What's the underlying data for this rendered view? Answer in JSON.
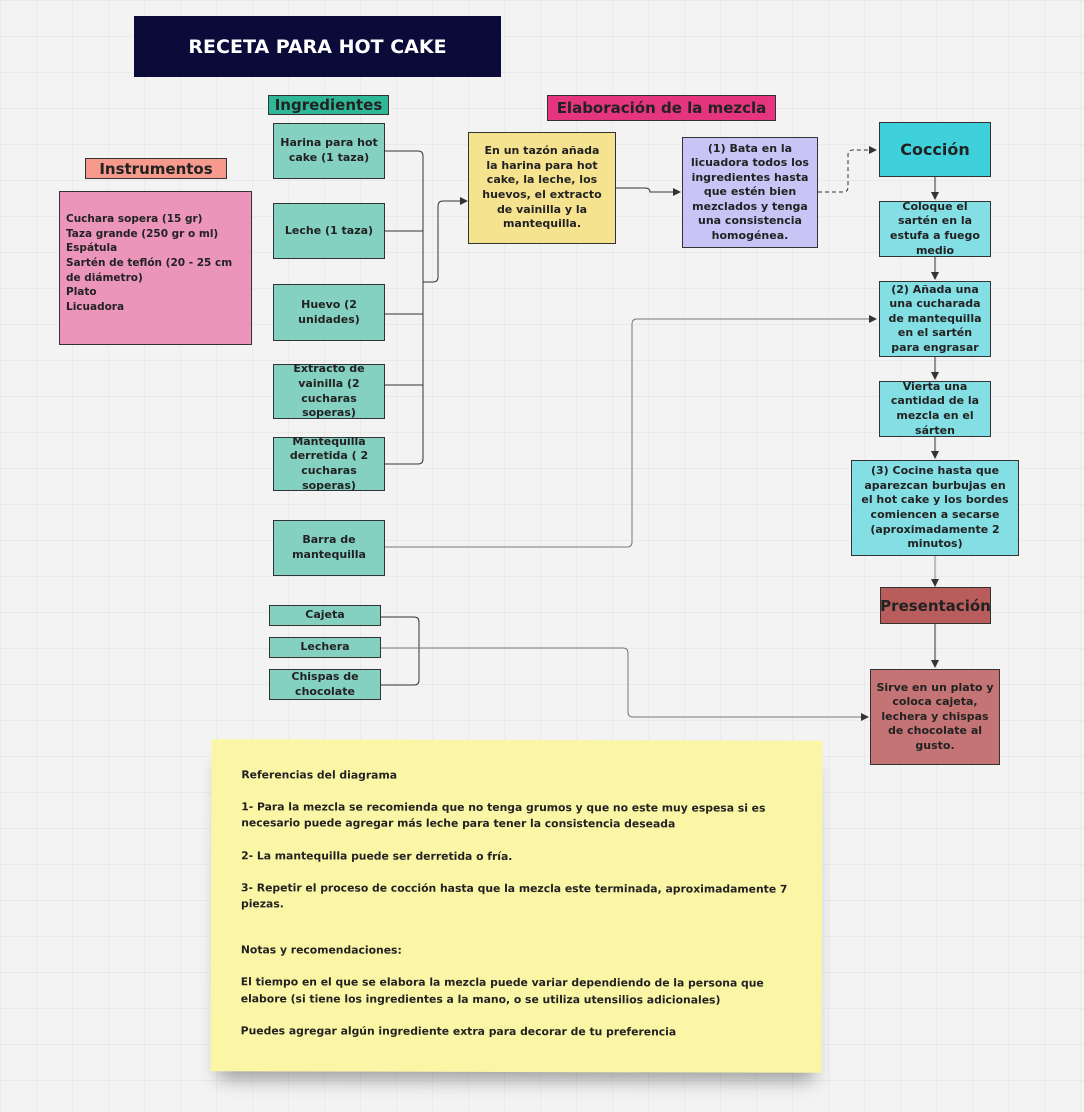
{
  "title": "RECETA PARA HOT CAKE",
  "headers": {
    "ingredientes": "Ingredientes",
    "instrumentos": "Instrumentos",
    "elaboracion": "Elaboración de la mezcla",
    "coccion": "Cocción",
    "presentacion": "Presentación"
  },
  "colors": {
    "title_bg": "#0b0b3a",
    "ingredientes": "#2fb898",
    "instrumentos": "#f59a8c",
    "elaboracion": "#e6357f",
    "coccion": "#3fd1db",
    "presentacion": "#b85c5c"
  },
  "instrumentos_list": [
    "Cuchara sopera (15 gr)",
    "Taza grande (250 gr o ml)",
    "Espátula",
    "Sartén de teflón (20 - 25 cm de diámetro)",
    "Plato",
    "Licuadora"
  ],
  "ingredientes": [
    "Harina para hot cake (1 taza)",
    "Leche (1 taza)",
    "Huevo (2 unidades)",
    "Extracto de vainilla (2 cucharas soperas)",
    "Mantequilla derretida ( 2 cucharas soperas)"
  ],
  "barra": "Barra de mantequilla",
  "toppings": [
    "Cajeta",
    "Lechera",
    "Chispas de chocolate"
  ],
  "elaboracion": [
    "En un tazón añada la harina para hot cake, la leche, los huevos, el extracto de vainilla y la mantequilla.",
    "(1) Bata en la licuadora todos los ingredientes hasta que estén bien mezclados y tenga una consistencia homogénea."
  ],
  "coccion": [
    "Coloque el sartén en la estufa a fuego medio",
    "(2) Añada una una cucharada de mantequilla en el sartén para engrasar",
    "Vierta una cantidad de la mezcla en el sárten",
    "(3) Cocine hasta que aparezcan burbujas en el hot cake y los bordes comiencen a secarse (aproximadamente 2 minutos)"
  ],
  "presentacion": "Sirve en un plato y coloca cajeta, lechera y chispas de chocolate al gusto.",
  "notes": {
    "ref_title": "Referencias del diagrama",
    "ref1": "1-  Para la mezcla se recomienda que no tenga grumos y que no este muy espesa  si es necesario puede agregar más leche para tener la consistencia deseada",
    "ref2": "2- La mantequilla puede ser derretida o fría.",
    "ref3": "3- Repetir el proceso de cocción hasta que la mezcla este terminada, aproximadamente 7 piezas.",
    "notas_title": "Notas y recomendaciones:",
    "nota1": "El tiempo en el que se elabora la mezcla puede variar dependiendo de la persona que elabore (si tiene los ingredientes a la mano, o se utiliza utensilios adicionales)",
    "nota2": "Puedes agregar algún ingrediente extra para decorar de tu preferencia"
  }
}
